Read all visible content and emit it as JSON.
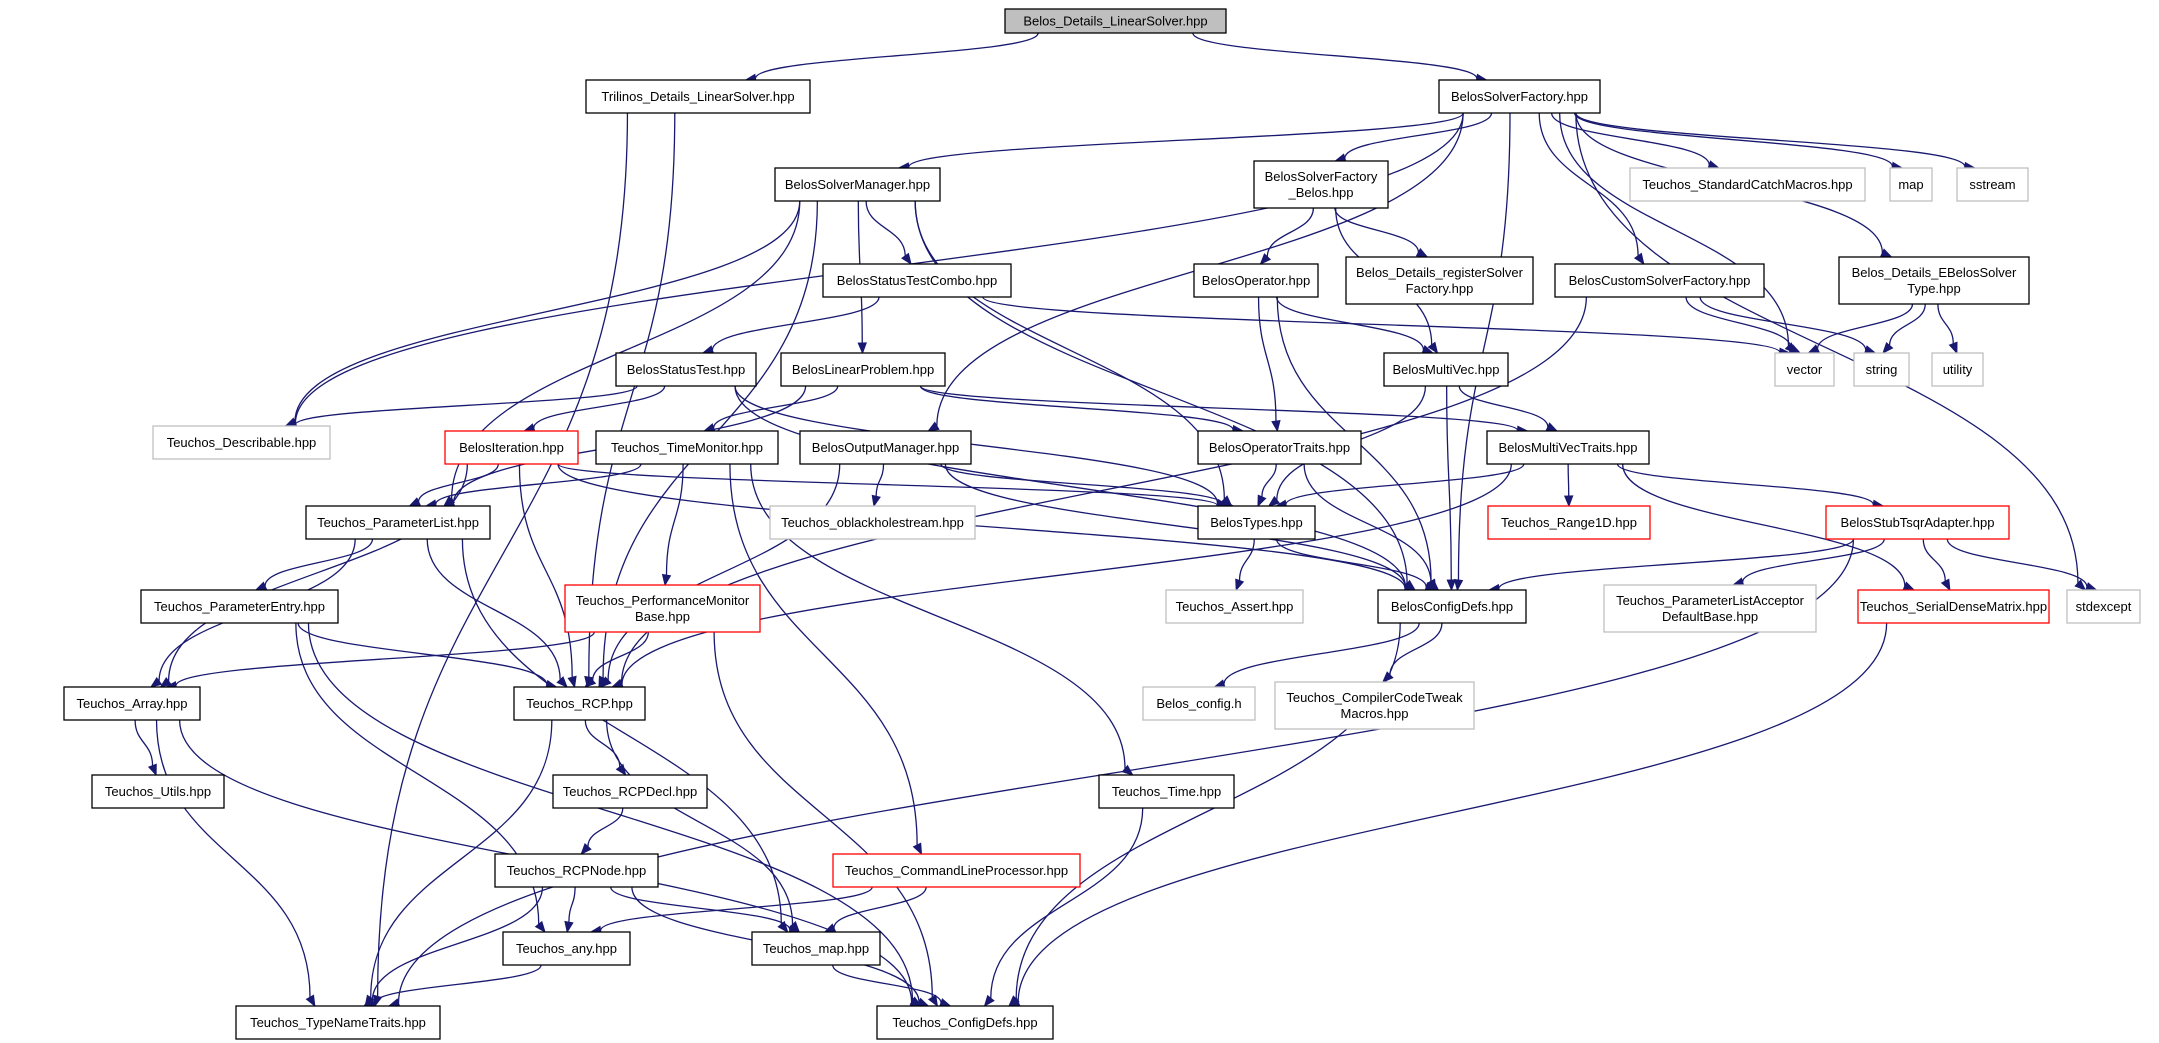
{
  "diagram": {
    "type": "include-dependency-graph",
    "colors": {
      "edge": "#191970",
      "root_fill": "#bfbfbf",
      "normal_border": "#000000",
      "truncated_border": "#ff0000",
      "external_border": "#bfbfbf"
    },
    "nodes": [
      {
        "id": "root",
        "label": "Belos_Details_LinearSolver.hpp",
        "kind": "root"
      },
      {
        "id": "trilinos",
        "label": "Trilinos_Details_LinearSolver.hpp",
        "kind": "normal"
      },
      {
        "id": "factory",
        "label": "BelosSolverFactory.hpp",
        "kind": "normal"
      },
      {
        "id": "manager",
        "label": "BelosSolverManager.hpp",
        "kind": "normal"
      },
      {
        "id": "factoryBelos",
        "label": "BelosSolverFactory\n_Belos.hpp",
        "kind": "normal"
      },
      {
        "id": "catchMacros",
        "label": "Teuchos_StandardCatchMacros.hpp",
        "kind": "external"
      },
      {
        "id": "map",
        "label": "map",
        "kind": "external"
      },
      {
        "id": "sstream",
        "label": "sstream",
        "kind": "external"
      },
      {
        "id": "statusCombo",
        "label": "BelosStatusTestCombo.hpp",
        "kind": "normal"
      },
      {
        "id": "operator",
        "label": "BelosOperator.hpp",
        "kind": "normal"
      },
      {
        "id": "registerSolver",
        "label": "Belos_Details_registerSolver\nFactory.hpp",
        "kind": "normal"
      },
      {
        "id": "customFactory",
        "label": "BelosCustomSolverFactory.hpp",
        "kind": "normal"
      },
      {
        "id": "eSolverType",
        "label": "Belos_Details_EBelosSolver\nType.hpp",
        "kind": "normal"
      },
      {
        "id": "statusTest",
        "label": "BelosStatusTest.hpp",
        "kind": "normal"
      },
      {
        "id": "linearProblem",
        "label": "BelosLinearProblem.hpp",
        "kind": "normal"
      },
      {
        "id": "multiVec",
        "label": "BelosMultiVec.hpp",
        "kind": "normal"
      },
      {
        "id": "vector",
        "label": "vector",
        "kind": "external"
      },
      {
        "id": "string",
        "label": "string",
        "kind": "external"
      },
      {
        "id": "utility",
        "label": "utility",
        "kind": "external"
      },
      {
        "id": "describable",
        "label": "Teuchos_Describable.hpp",
        "kind": "external"
      },
      {
        "id": "iteration",
        "label": "BelosIteration.hpp",
        "kind": "truncated"
      },
      {
        "id": "timeMonitor",
        "label": "Teuchos_TimeMonitor.hpp",
        "kind": "normal"
      },
      {
        "id": "outputManager",
        "label": "BelosOutputManager.hpp",
        "kind": "normal"
      },
      {
        "id": "operatorTraits",
        "label": "BelosOperatorTraits.hpp",
        "kind": "normal"
      },
      {
        "id": "multiVecTraits",
        "label": "BelosMultiVecTraits.hpp",
        "kind": "normal"
      },
      {
        "id": "parameterList",
        "label": "Teuchos_ParameterList.hpp",
        "kind": "normal"
      },
      {
        "id": "oblack",
        "label": "Teuchos_oblackholestream.hpp",
        "kind": "external"
      },
      {
        "id": "types",
        "label": "BelosTypes.hpp",
        "kind": "normal"
      },
      {
        "id": "range1d",
        "label": "Teuchos_Range1D.hpp",
        "kind": "truncated"
      },
      {
        "id": "stubTsqr",
        "label": "BelosStubTsqrAdapter.hpp",
        "kind": "truncated"
      },
      {
        "id": "parameterEntry",
        "label": "Teuchos_ParameterEntry.hpp",
        "kind": "normal"
      },
      {
        "id": "perfMonitor",
        "label": "Teuchos_PerformanceMonitor\nBase.hpp",
        "kind": "truncated"
      },
      {
        "id": "assert",
        "label": "Teuchos_Assert.hpp",
        "kind": "external"
      },
      {
        "id": "configDefs",
        "label": "BelosConfigDefs.hpp",
        "kind": "normal"
      },
      {
        "id": "paramAcceptor",
        "label": "Teuchos_ParameterListAcceptor\nDefaultBase.hpp",
        "kind": "external"
      },
      {
        "id": "serialDense",
        "label": "Teuchos_SerialDenseMatrix.hpp",
        "kind": "truncated"
      },
      {
        "id": "stdexcept",
        "label": "stdexcept",
        "kind": "external"
      },
      {
        "id": "array",
        "label": "Teuchos_Array.hpp",
        "kind": "normal"
      },
      {
        "id": "rcp",
        "label": "Teuchos_RCP.hpp",
        "kind": "normal"
      },
      {
        "id": "belosConfig",
        "label": "Belos_config.h",
        "kind": "external"
      },
      {
        "id": "compilerTweak",
        "label": "Teuchos_CompilerCodeTweak\nMacros.hpp",
        "kind": "external"
      },
      {
        "id": "utils",
        "label": "Teuchos_Utils.hpp",
        "kind": "normal"
      },
      {
        "id": "rcpDecl",
        "label": "Teuchos_RCPDecl.hpp",
        "kind": "normal"
      },
      {
        "id": "time",
        "label": "Teuchos_Time.hpp",
        "kind": "normal"
      },
      {
        "id": "rcpNode",
        "label": "Teuchos_RCPNode.hpp",
        "kind": "normal"
      },
      {
        "id": "cmdLine",
        "label": "Teuchos_CommandLineProcessor.hpp",
        "kind": "truncated"
      },
      {
        "id": "any",
        "label": "Teuchos_any.hpp",
        "kind": "normal"
      },
      {
        "id": "tmap",
        "label": "Teuchos_map.hpp",
        "kind": "normal"
      },
      {
        "id": "typeNameTraits",
        "label": "Teuchos_TypeNameTraits.hpp",
        "kind": "normal"
      },
      {
        "id": "teuchosConfigDefs",
        "label": "Teuchos_ConfigDefs.hpp",
        "kind": "normal"
      }
    ],
    "edges": [
      [
        "root",
        "trilinos"
      ],
      [
        "root",
        "factory"
      ],
      [
        "trilinos",
        "typeNameTraits"
      ],
      [
        "trilinos",
        "rcp"
      ],
      [
        "factory",
        "manager"
      ],
      [
        "factory",
        "factoryBelos"
      ],
      [
        "factory",
        "catchMacros"
      ],
      [
        "factory",
        "map"
      ],
      [
        "factory",
        "sstream"
      ],
      [
        "factory",
        "customFactory"
      ],
      [
        "factory",
        "eSolverType"
      ],
      [
        "factory",
        "vector"
      ],
      [
        "factory",
        "stdexcept"
      ],
      [
        "factory",
        "configDefs"
      ],
      [
        "factory",
        "describable"
      ],
      [
        "factory",
        "outputManager"
      ],
      [
        "manager",
        "statusCombo"
      ],
      [
        "manager",
        "linearProblem"
      ],
      [
        "manager",
        "types"
      ],
      [
        "manager",
        "configDefs"
      ],
      [
        "manager",
        "describable"
      ],
      [
        "manager",
        "parameterList"
      ],
      [
        "manager",
        "rcp"
      ],
      [
        "factoryBelos",
        "operator"
      ],
      [
        "factoryBelos",
        "registerSolver"
      ],
      [
        "factoryBelos",
        "multiVec"
      ],
      [
        "statusCombo",
        "statusTest"
      ],
      [
        "statusCombo",
        "vector"
      ],
      [
        "operator",
        "operatorTraits"
      ],
      [
        "operator",
        "multiVec"
      ],
      [
        "operator",
        "configDefs"
      ],
      [
        "customFactory",
        "vector"
      ],
      [
        "customFactory",
        "string"
      ],
      [
        "customFactory",
        "rcp"
      ],
      [
        "eSolverType",
        "vector"
      ],
      [
        "eSolverType",
        "string"
      ],
      [
        "eSolverType",
        "utility"
      ],
      [
        "statusTest",
        "iteration"
      ],
      [
        "statusTest",
        "describable"
      ],
      [
        "statusTest",
        "types"
      ],
      [
        "statusTest",
        "configDefs"
      ],
      [
        "linearProblem",
        "operatorTraits"
      ],
      [
        "linearProblem",
        "multiVecTraits"
      ],
      [
        "linearProblem",
        "timeMonitor"
      ],
      [
        "linearProblem",
        "parameterList"
      ],
      [
        "multiVec",
        "multiVecTraits"
      ],
      [
        "multiVec",
        "types"
      ],
      [
        "multiVec",
        "configDefs"
      ],
      [
        "iteration",
        "parameterList"
      ],
      [
        "iteration",
        "types"
      ],
      [
        "iteration",
        "configDefs"
      ],
      [
        "iteration",
        "rcp"
      ],
      [
        "iteration",
        "array"
      ],
      [
        "timeMonitor",
        "perfMonitor"
      ],
      [
        "timeMonitor",
        "time"
      ],
      [
        "timeMonitor",
        "cmdLine"
      ],
      [
        "timeMonitor",
        "parameterList"
      ],
      [
        "outputManager",
        "oblack"
      ],
      [
        "outputManager",
        "types"
      ],
      [
        "outputManager",
        "configDefs"
      ],
      [
        "outputManager",
        "rcp"
      ],
      [
        "operatorTraits",
        "types"
      ],
      [
        "operatorTraits",
        "configDefs"
      ],
      [
        "multiVecTraits",
        "types"
      ],
      [
        "multiVecTraits",
        "range1d"
      ],
      [
        "multiVecTraits",
        "stubTsqr"
      ],
      [
        "multiVecTraits",
        "serialDense"
      ],
      [
        "multiVecTraits",
        "rcp"
      ],
      [
        "parameterList",
        "parameterEntry"
      ],
      [
        "parameterList",
        "array"
      ],
      [
        "parameterList",
        "rcp"
      ],
      [
        "parameterList",
        "tmap"
      ],
      [
        "types",
        "assert"
      ],
      [
        "types",
        "configDefs"
      ],
      [
        "stubTsqr",
        "configDefs"
      ],
      [
        "stubTsqr",
        "paramAcceptor"
      ],
      [
        "stubTsqr",
        "serialDense"
      ],
      [
        "stubTsqr",
        "stdexcept"
      ],
      [
        "stubTsqr",
        "typeNameTraits"
      ],
      [
        "parameterEntry",
        "rcp"
      ],
      [
        "parameterEntry",
        "any"
      ],
      [
        "parameterEntry",
        "teuchosConfigDefs"
      ],
      [
        "perfMonitor",
        "array"
      ],
      [
        "perfMonitor",
        "rcp"
      ],
      [
        "perfMonitor",
        "teuchosConfigDefs"
      ],
      [
        "configDefs",
        "belosConfig"
      ],
      [
        "configDefs",
        "compilerTweak"
      ],
      [
        "configDefs",
        "teuchosConfigDefs"
      ],
      [
        "serialDense",
        "teuchosConfigDefs"
      ],
      [
        "array",
        "utils"
      ],
      [
        "array",
        "typeNameTraits"
      ],
      [
        "array",
        "teuchosConfigDefs"
      ],
      [
        "rcp",
        "rcpDecl"
      ],
      [
        "rcp",
        "typeNameTraits"
      ],
      [
        "rcp",
        "tmap"
      ],
      [
        "rcpDecl",
        "rcpNode"
      ],
      [
        "time",
        "teuchosConfigDefs"
      ],
      [
        "rcpNode",
        "any"
      ],
      [
        "rcpNode",
        "tmap"
      ],
      [
        "rcpNode",
        "typeNameTraits"
      ],
      [
        "rcpNode",
        "teuchosConfigDefs"
      ],
      [
        "cmdLine",
        "tmap"
      ],
      [
        "cmdLine",
        "any"
      ],
      [
        "any",
        "typeNameTraits"
      ],
      [
        "tmap",
        "teuchosConfigDefs"
      ]
    ]
  }
}
